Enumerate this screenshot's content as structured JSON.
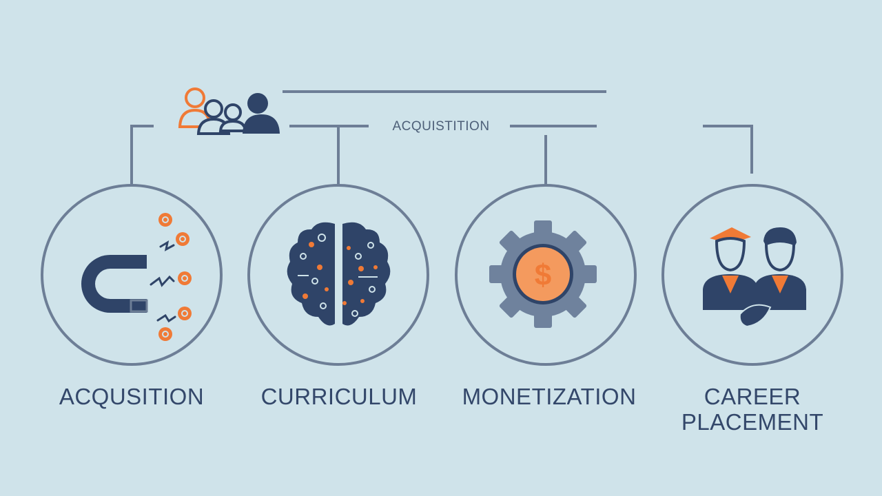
{
  "header": {
    "label": "ACQUISTITION"
  },
  "stages": [
    {
      "label": "ACQUSITION",
      "icon": "magnet-icon"
    },
    {
      "label": "CURRICULUM",
      "icon": "brain-icon"
    },
    {
      "label": "MONETIZATION",
      "icon": "gear-dollar-icon"
    },
    {
      "label_line1": "CAREER",
      "label_line2": "PLACEMENT",
      "icon": "handshake-graduates-icon"
    }
  ],
  "colors": {
    "background": "#cfe3ea",
    "navy": "#2f4468",
    "line": "#6d7e96",
    "orange": "#f07a36",
    "gear": "#6f829d"
  },
  "icons": {
    "group": "people-group-icon"
  }
}
